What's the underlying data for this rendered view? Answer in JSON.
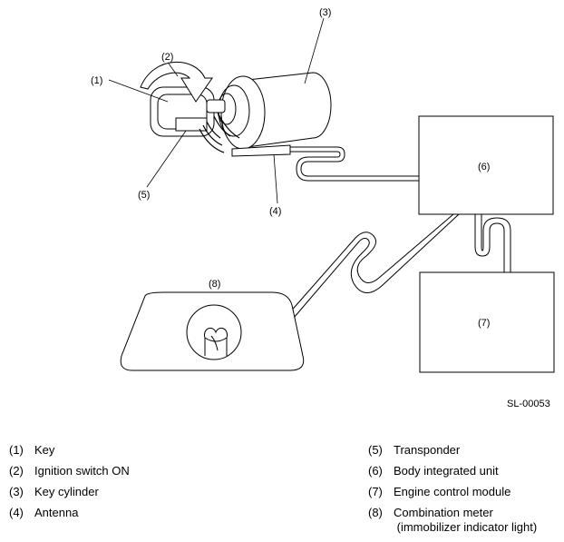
{
  "callouts": {
    "c1": "(1)",
    "c2": "(2)",
    "c3": "(3)",
    "c4": "(4)",
    "c5": "(5)",
    "c6": "(6)",
    "c7": "(7)",
    "c8": "(8)"
  },
  "figure_id": "SL-00053",
  "legend": [
    {
      "num": "(1)",
      "text": "Key"
    },
    {
      "num": "(2)",
      "text": "Ignition switch ON"
    },
    {
      "num": "(3)",
      "text": "Key cylinder"
    },
    {
      "num": "(4)",
      "text": "Antenna"
    },
    {
      "num": "(5)",
      "text": "Transponder"
    },
    {
      "num": "(6)",
      "text": "Body integrated unit"
    },
    {
      "num": "(7)",
      "text": "Engine control module"
    },
    {
      "num": "(8)",
      "text": "Combination meter\n (immobilizer indicator light)"
    }
  ]
}
